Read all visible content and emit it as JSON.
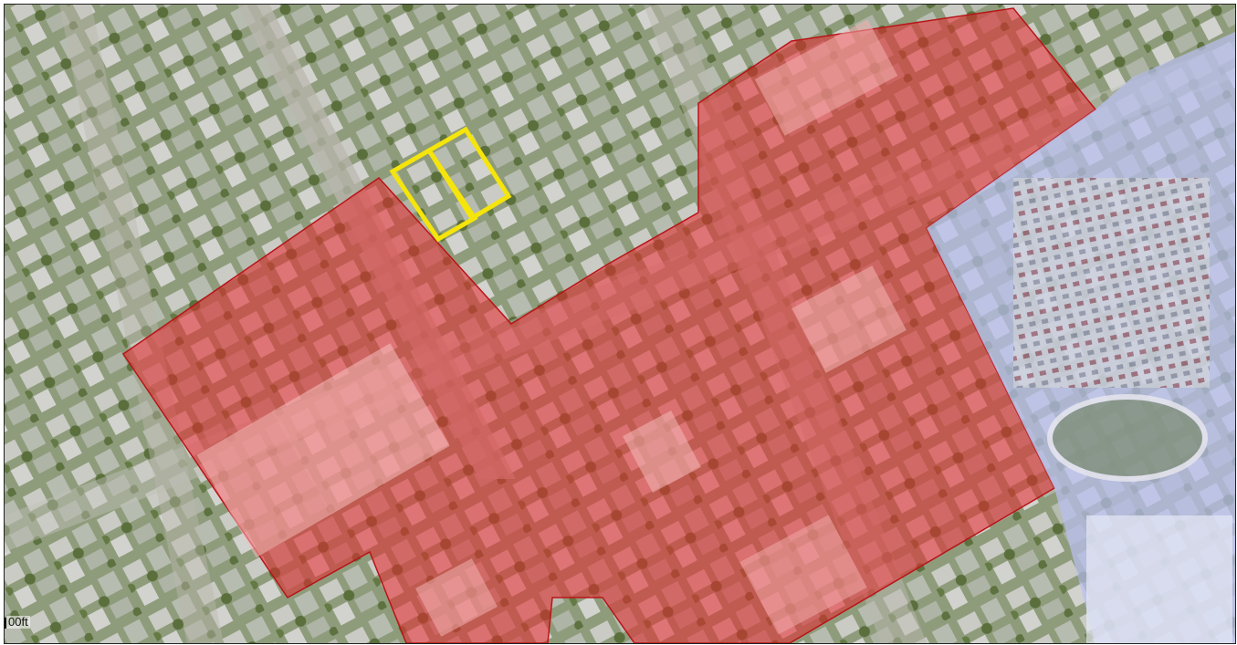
{
  "map": {
    "layers": {
      "red_zone": {
        "fill": "#e8262c",
        "opacity": 0.55,
        "stroke": "#b81418"
      },
      "blue_zone": {
        "fill": "#b9bff0",
        "opacity": 0.72
      },
      "selected_parcels": {
        "stroke": "#f5e50a",
        "count": 2
      }
    },
    "scale_bar": {
      "label": "00ft"
    }
  }
}
